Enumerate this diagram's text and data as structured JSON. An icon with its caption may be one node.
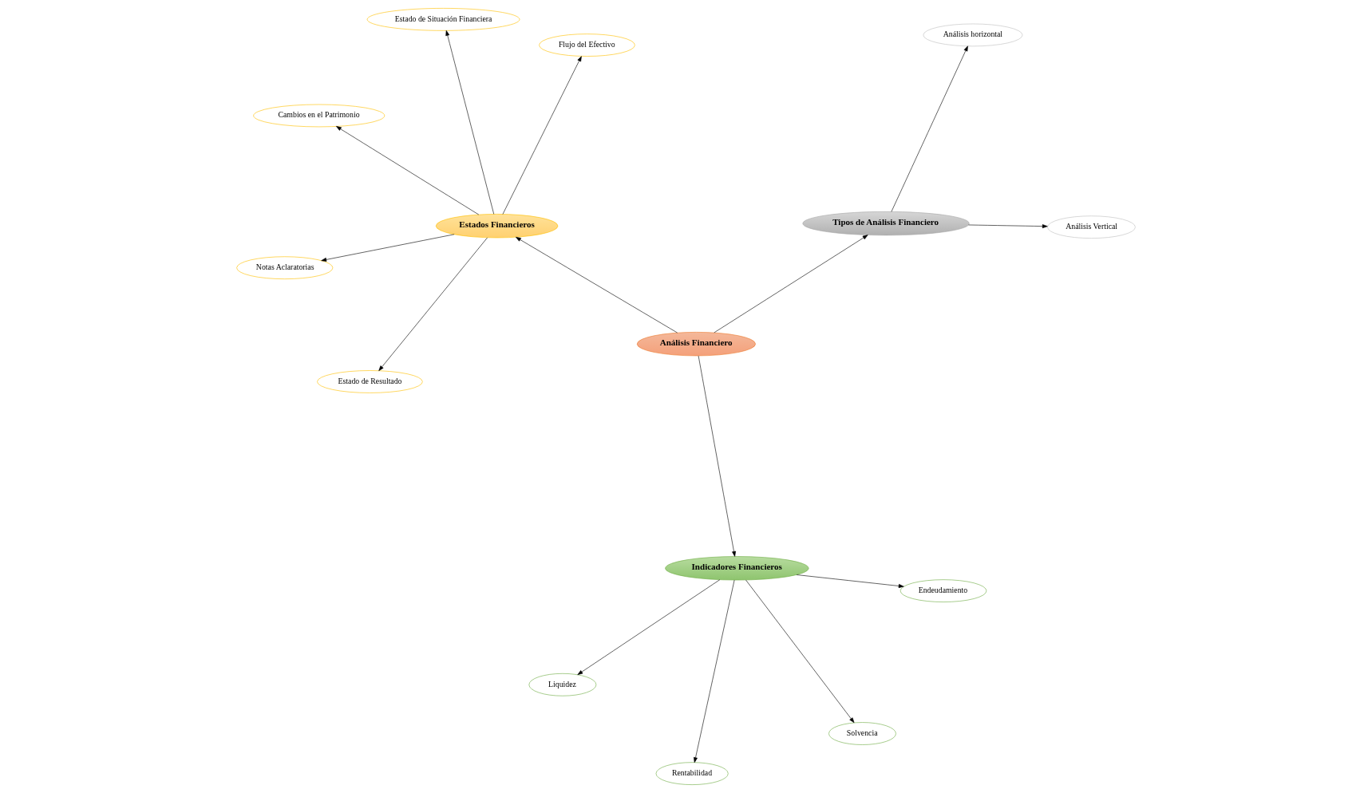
{
  "diagram": {
    "nodes": [
      {
        "text": [
          "Análisis Financiero"
        ]
      },
      {
        "text": [
          "Estados Financieros"
        ]
      },
      {
        "text": [
          "Estado de Resultado"
        ]
      },
      {
        "text": [
          "Estado de Situación Financiera"
        ]
      },
      {
        "text": [
          "Flujo del Efectivo"
        ]
      },
      {
        "text": [
          "Cambios en el Patrimonio"
        ]
      },
      {
        "text": [
          "Notas Aclaratorias"
        ]
      },
      {
        "text": [
          "Indicadores Financieros"
        ]
      },
      {
        "text": [
          "Rentabilidad"
        ]
      },
      {
        "text": [
          "Endeudamiento"
        ]
      },
      {
        "text": [
          "Solvencia"
        ]
      },
      {
        "text": [
          "Liquidez"
        ]
      },
      {
        "text": [
          "Tipos de Análisis Financiero"
        ]
      },
      {
        "text": [
          "Análisis Vertical"
        ]
      },
      {
        "text": [
          "Análisis horizontal"
        ]
      }
    ],
    "edges": [
      {
        "from": 0,
        "to": 1,
        "arrow": "to"
      },
      {
        "from": 0,
        "to": 7,
        "arrow": "to"
      },
      {
        "from": 0,
        "to": 12,
        "arrow": "to"
      },
      {
        "from": 1,
        "to": 2,
        "arrow": "to"
      },
      {
        "from": 1,
        "to": 3,
        "arrow": "to"
      },
      {
        "from": 1,
        "to": 4,
        "arrow": "to"
      },
      {
        "from": 1,
        "to": 5,
        "arrow": "to"
      },
      {
        "from": 1,
        "to": 6,
        "arrow": "to"
      },
      {
        "from": 7,
        "to": 8,
        "arrow": "to"
      },
      {
        "from": 7,
        "to": 9,
        "arrow": "to"
      },
      {
        "from": 7,
        "to": 10,
        "arrow": "to"
      },
      {
        "from": 7,
        "to": 11,
        "arrow": "to"
      },
      {
        "from": 12,
        "to": 13,
        "arrow": "to"
      },
      {
        "from": 12,
        "to": 14,
        "arrow": "to"
      }
    ]
  }
}
